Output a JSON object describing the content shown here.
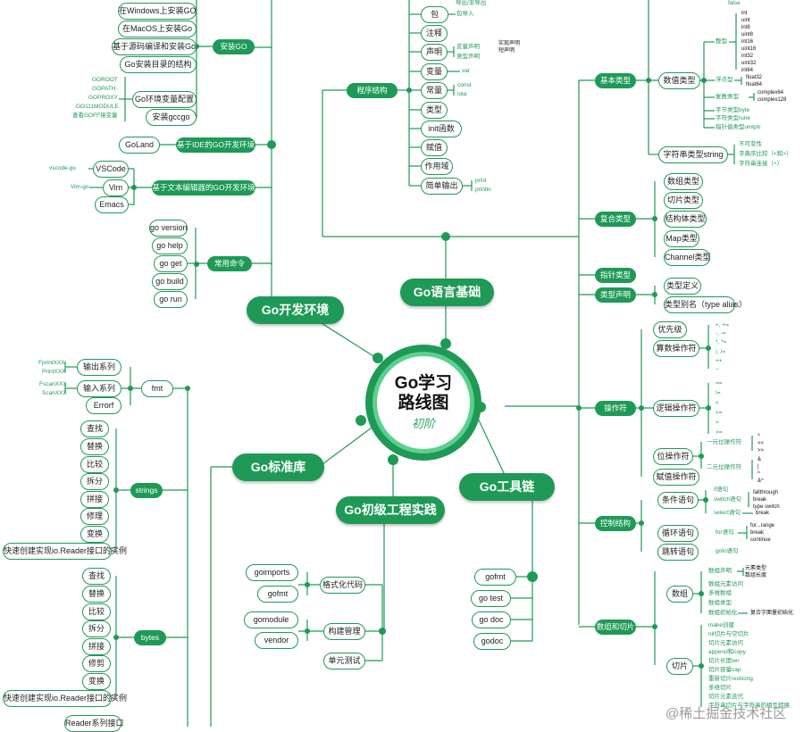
{
  "center": {
    "title_line1": "Go学习",
    "title_line2": "路线图",
    "subtitle": "初阶"
  },
  "main_branches": {
    "dev_env": "Go开发环境",
    "lang_basic": "Go语言基础",
    "stdlib": "Go标准库",
    "engineering": "Go初级工程实践",
    "toolchain": "Go工具链"
  },
  "dev_env": {
    "install_go": "安装GO",
    "install_items": [
      "在Windows上安装GO",
      "在MacOS上安装Go",
      "基于源码编译和安装Go",
      "Go安装目录的结构",
      "Go环境变量配置",
      "安装gccgo"
    ],
    "env_vars": [
      "GOROOT",
      "GOPATH",
      "GOPROXY",
      "GO111MODULE",
      "查看GOFF境变量"
    ],
    "ide": "基于IDE的GO开发环境",
    "ide_items": [
      "GoLand"
    ],
    "editor": "基于文本编辑器的GO开发环境",
    "editor_items": [
      "VSCode",
      "Vim",
      "Emacs"
    ],
    "editor_plugins": [
      "vscode-go",
      "Vim-go"
    ],
    "cmd": "常用命令",
    "cmd_items": [
      "go version",
      "go help",
      "go get",
      "go build",
      "go run"
    ]
  },
  "lang_basic": {
    "program_structure": "程序结构",
    "ps_items": [
      "包",
      "注释",
      "声明",
      "变量",
      "常量",
      "类型",
      "init函数",
      "赋值",
      "作用域",
      "简单输出"
    ],
    "ps_top_leaf": "导出/非导出",
    "pkg_leaf": "包导入",
    "decl_leaves": [
      "变量声明",
      "类型声明"
    ],
    "decl_sub": [
      "实现声明",
      "短声明"
    ],
    "var_leaf": "var",
    "const_leaves": [
      "const",
      "iota"
    ],
    "print_leaves": [
      "print",
      "println"
    ],
    "basic_types": "基本类型",
    "bool_leaf": "false",
    "numeric_types": "数值类型",
    "int_types": "整型",
    "int_list": [
      "int",
      "uint",
      "int8",
      "uint8",
      "int16",
      "uint16",
      "int32",
      "uint32",
      "int64"
    ],
    "float_types": "浮点型",
    "float_list": [
      "float32",
      "float64"
    ],
    "complex_types": "复数类型",
    "complex_list": [
      "complex64",
      "complex128"
    ],
    "num_misc": [
      "字节类型byte",
      "字符类型rune",
      "指针值类型uintptr"
    ],
    "string_type": "字符串类型string",
    "string_leaves": [
      "不可变性",
      "字典序比较（<和>）",
      "字符串连接（+）"
    ],
    "composite": "复合类型",
    "composite_items": [
      "数组类型",
      "切片类型",
      "结构体类型",
      "Map类型",
      "Channel类型"
    ],
    "pointer": "指针类型",
    "type_decl": "类型声明",
    "type_decl_items": [
      "类型定义",
      "类型别名（type alias）"
    ],
    "operators": "操作符",
    "op_items": [
      "优先级",
      "算数操作符",
      "逻辑操作符",
      "位操作符",
      "赋值操作符"
    ],
    "arith_ops": [
      "+, +=",
      "-, -=",
      "*, *=",
      "/, /=",
      "++",
      "--"
    ],
    "logic_ops": [
      "==",
      "!=",
      "<",
      "<=",
      ">",
      ">="
    ],
    "bit_groups": [
      "一元位操作符",
      "二元位操作符"
    ],
    "bit_unary": [
      "^",
      "<<",
      ">>"
    ],
    "bit_binary": [
      "&",
      "|",
      "^",
      "&^"
    ],
    "control": "控制结构",
    "cond": "条件语句",
    "cond_leaves": [
      "if语句",
      "switch语句",
      "select语句"
    ],
    "switch_sub": [
      "fallthrough",
      "break",
      "type switch"
    ],
    "select_sub": "break",
    "loop": "循环语句",
    "loop_leaf": "for语句",
    "for_sub": [
      "for...range",
      "break",
      "continue"
    ],
    "jump": "跳转语句",
    "jump_leaf": "goto语句",
    "array_slice": "数组和切片",
    "array": "数组",
    "array_leaves": [
      "数组声明",
      "数组元素访问",
      "多维数组",
      "数组类型",
      "数组初始化"
    ],
    "array_decl_sub": [
      "元素类型",
      "数组长度"
    ],
    "array_init_sub": "复合字面量初始化",
    "slice": "切片",
    "slice_leaves": [
      "make创建",
      "nil切片与空切片",
      "切片元素访问",
      "append和copy",
      "切片长度len",
      "切片容量cap",
      "重新切片reslicing",
      "多维切片",
      "切片元素迭代",
      "字符串切片与字符串的相互转换"
    ]
  },
  "stdlib": {
    "fmt": "fmt",
    "fmt_items": [
      "输出系列",
      "输入系列",
      "Errorf"
    ],
    "fmt_out": [
      "FprintXXX",
      "PrintXXX"
    ],
    "fmt_in": [
      "FscanXXX",
      "ScanXXX"
    ],
    "strings": "strings",
    "strings_items": [
      "查找",
      "替换",
      "比较",
      "拆分",
      "拼接",
      "修理",
      "变换",
      "快速创建实现io.Reader接口的实例"
    ],
    "bytes": "bytes",
    "bytes_items": [
      "查找",
      "替换",
      "比较",
      "拆分",
      "拼接",
      "修剪",
      "变换",
      "快速创建实现io.Reader接口的实例"
    ],
    "io": "Reader系列接口"
  },
  "engineering": {
    "format": "格式化代码",
    "format_items": [
      "goimports",
      "gofmt"
    ],
    "build": "构建管理",
    "build_items": [
      "gomodule",
      "vendor"
    ],
    "test": "单元测试"
  },
  "toolchain": {
    "items": [
      "gofmt",
      "go test",
      "go doc",
      "godoc"
    ]
  },
  "watermark": "@稀土掘金技术社区",
  "colors": {
    "primary": "#1e9a56",
    "accent": "#5cd08e"
  }
}
